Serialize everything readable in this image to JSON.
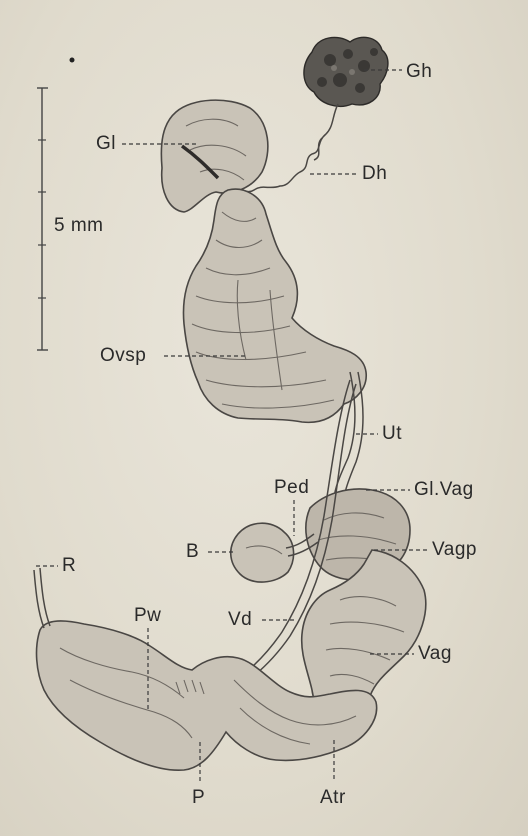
{
  "scale_bar": {
    "label": "5 mm"
  },
  "labels": {
    "gh": "Gh",
    "gl": "Gl",
    "dh": "Dh",
    "ovsp": "Ovsp",
    "ut": "Ut",
    "ped": "Ped",
    "glvag": "Gl.Vag",
    "b": "B",
    "vagp": "Vagp",
    "r": "R",
    "pw": "Pw",
    "vd": "Vd",
    "vag": "Vag",
    "p": "P",
    "atr": "Atr"
  }
}
